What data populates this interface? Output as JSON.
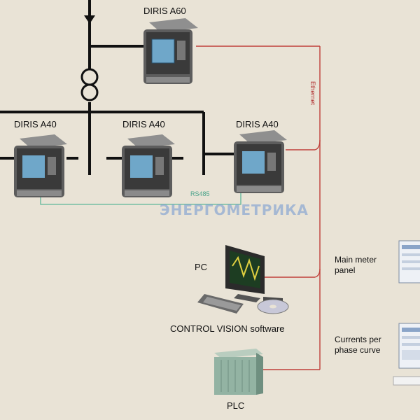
{
  "devices": {
    "meter_top": "DIRIS A60",
    "meter_left": "DIRIS A40",
    "meter_middle": "DIRIS A40",
    "meter_right": "DIRIS A40",
    "pc": "PC",
    "software": "CONTROL VISION software",
    "plc": "PLC"
  },
  "links": {
    "ethernet": "Ethernet",
    "rs485": "RS485"
  },
  "screens": {
    "main_panel": "Main meter panel",
    "currents_curve": "Currents per phase curve"
  },
  "watermark": "ЭНЕРГОМЕТРИКА",
  "colors": {
    "background": "#e9e3d6",
    "ethernet_line": "#c0403a",
    "rs485_line": "#5fb79a",
    "power_line": "#111111"
  }
}
